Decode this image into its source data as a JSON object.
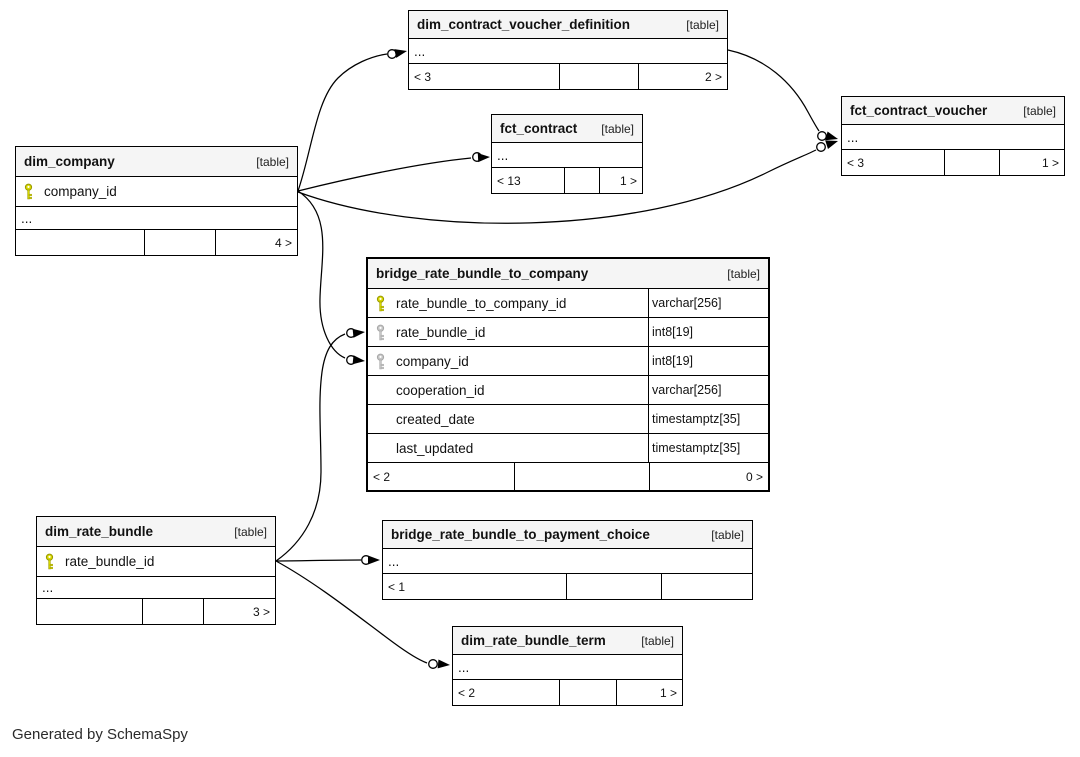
{
  "diagram": {
    "footer": "Generated by SchemaSpy",
    "colors": {
      "border": "#000000",
      "header_bg": "#f5f5f5",
      "primary_key": "#d8d800",
      "primary_key_outline": "#9a9a00",
      "foreign_key": "#c6c6c6",
      "foreign_key_outline": "#a8a8a8"
    },
    "tables": [
      {
        "id": "dim_contract_voucher_definition",
        "name": "dim_contract_voucher_definition",
        "tag": "[table]",
        "columns": [
          {
            "label": "...",
            "ellipsis": true
          }
        ],
        "stats": [
          "< 3",
          "",
          "2 >"
        ]
      },
      {
        "id": "fct_contract_voucher",
        "name": "fct_contract_voucher",
        "tag": "[table]",
        "columns": [
          {
            "label": "...",
            "ellipsis": true
          }
        ],
        "stats": [
          "< 3",
          "",
          "1 >"
        ]
      },
      {
        "id": "dim_company",
        "name": "dim_company",
        "tag": "[table]",
        "columns": [
          {
            "label": "company_id",
            "key": "primary"
          },
          {
            "label": "...",
            "ellipsis": true
          }
        ],
        "stats": [
          "",
          "",
          "4 >"
        ]
      },
      {
        "id": "fct_contract",
        "name": "fct_contract",
        "tag": "[table]",
        "columns": [
          {
            "label": "...",
            "ellipsis": true
          }
        ],
        "stats": [
          "< 13",
          "",
          "1 >"
        ]
      },
      {
        "id": "bridge_rate_bundle_to_company",
        "name": "bridge_rate_bundle_to_company",
        "tag": "[table]",
        "columns": [
          {
            "label": "rate_bundle_to_company_id",
            "key": "primary",
            "type": "varchar[256]"
          },
          {
            "label": "rate_bundle_id",
            "key": "foreign",
            "type": "int8[19]"
          },
          {
            "label": "company_id",
            "key": "foreign",
            "type": "int8[19]"
          },
          {
            "label": "cooperation_id",
            "type": "varchar[256]"
          },
          {
            "label": "created_date",
            "type": "timestamptz[35]"
          },
          {
            "label": "last_updated",
            "type": "timestamptz[35]"
          }
        ],
        "stats": [
          "< 2",
          "",
          "0 >"
        ]
      },
      {
        "id": "dim_rate_bundle",
        "name": "dim_rate_bundle",
        "tag": "[table]",
        "columns": [
          {
            "label": "rate_bundle_id",
            "key": "primary"
          },
          {
            "label": "...",
            "ellipsis": true
          }
        ],
        "stats": [
          "",
          "",
          "3 >"
        ]
      },
      {
        "id": "bridge_rate_bundle_to_payment_choice",
        "name": "bridge_rate_bundle_to_payment_choice",
        "tag": "[table]",
        "columns": [
          {
            "label": "...",
            "ellipsis": true
          }
        ],
        "stats": [
          "< 1",
          "",
          ""
        ]
      },
      {
        "id": "dim_rate_bundle_term",
        "name": "dim_rate_bundle_term",
        "tag": "[table]",
        "columns": [
          {
            "label": "...",
            "ellipsis": true
          }
        ],
        "stats": [
          "< 2",
          "",
          "1 >"
        ]
      }
    ],
    "relationships": [
      {
        "from": "dim_company",
        "from_column": "company_id",
        "to": "dim_contract_voucher_definition"
      },
      {
        "from": "dim_company",
        "from_column": "company_id",
        "to": "fct_contract"
      },
      {
        "from": "dim_company",
        "from_column": "company_id",
        "to": "fct_contract_voucher"
      },
      {
        "from": "dim_company",
        "from_column": "company_id",
        "to": "bridge_rate_bundle_to_company",
        "to_column": "company_id"
      },
      {
        "from": "dim_rate_bundle",
        "from_column": "rate_bundle_id",
        "to": "bridge_rate_bundle_to_company",
        "to_column": "rate_bundle_id"
      },
      {
        "from": "dim_rate_bundle",
        "from_column": "rate_bundle_id",
        "to": "bridge_rate_bundle_to_payment_choice"
      },
      {
        "from": "dim_rate_bundle",
        "from_column": "rate_bundle_id",
        "to": "dim_rate_bundle_term"
      },
      {
        "from": "dim_contract_voucher_definition",
        "to": "fct_contract_voucher"
      }
    ]
  }
}
